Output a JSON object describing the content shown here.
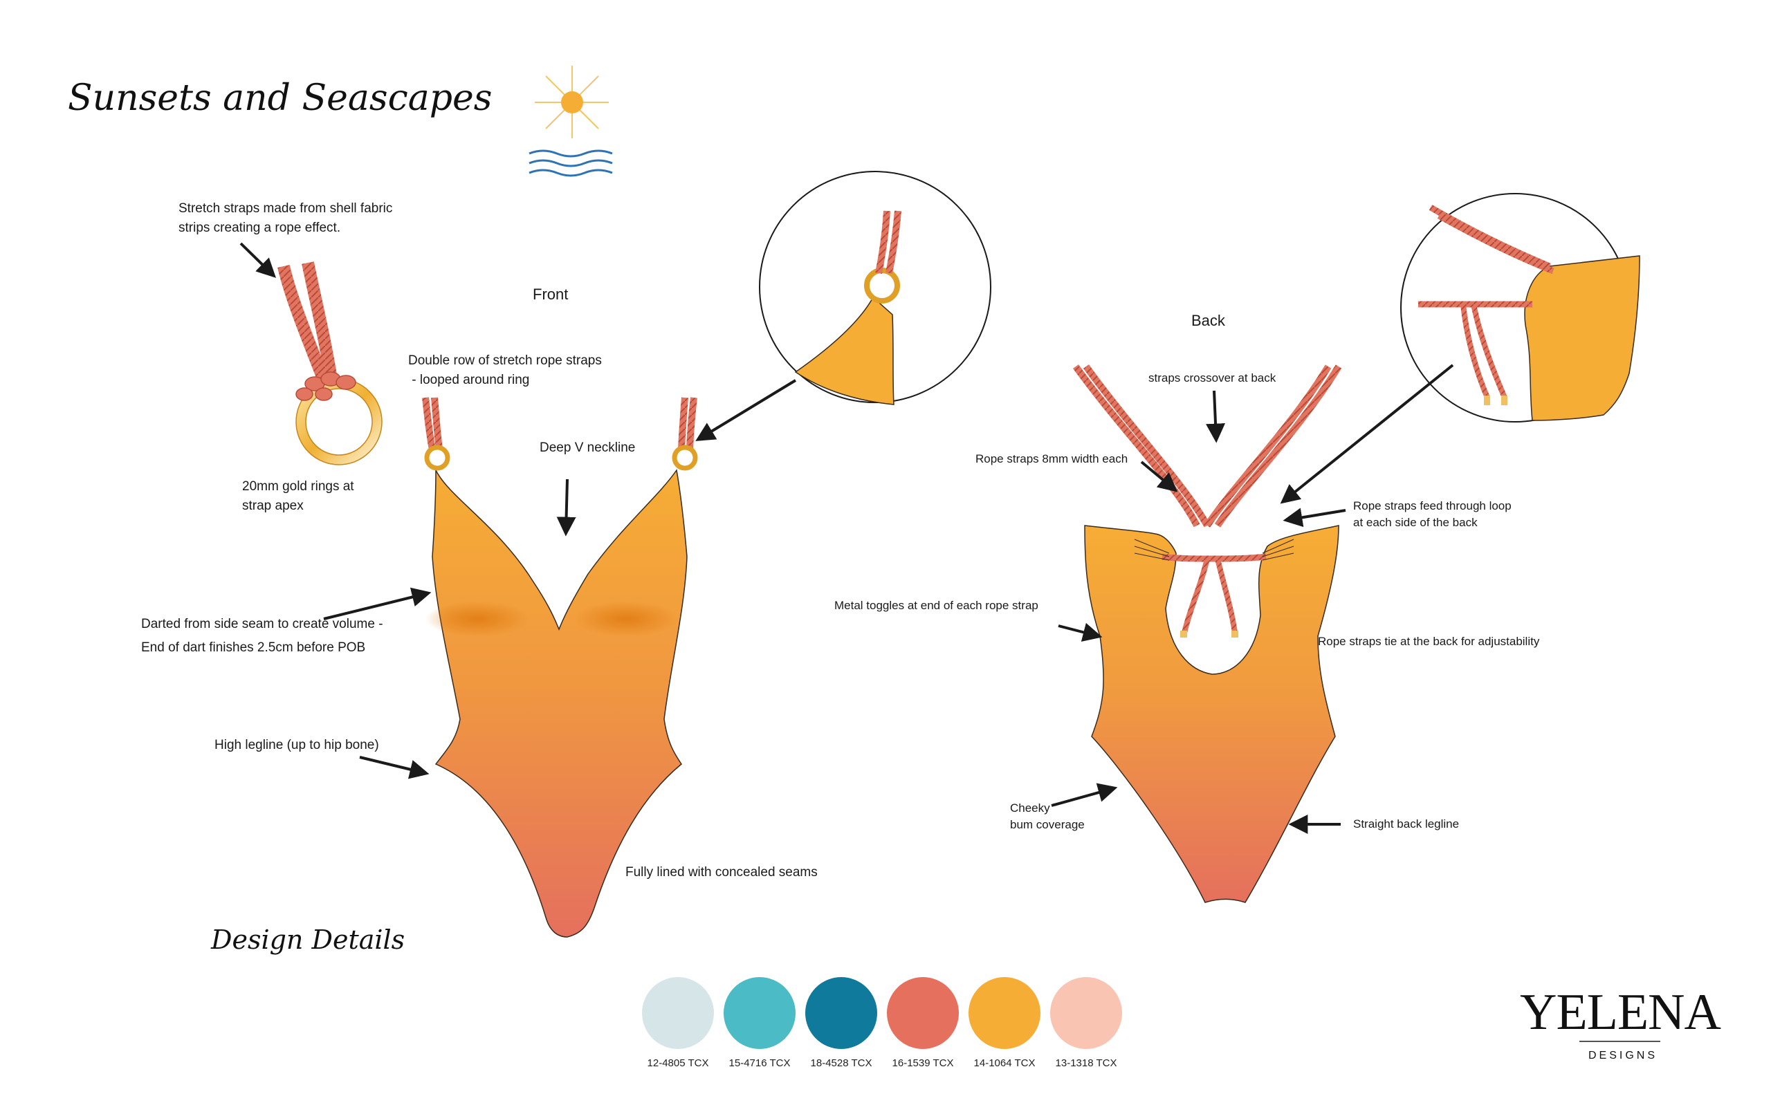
{
  "title": "Sunsets and Seascapes",
  "subtitle": "Design Details",
  "views": {
    "front": "Front",
    "back": "Back"
  },
  "callouts": {
    "stretch_straps": "Stretch straps made from shell fabric\nstrips creating a rope effect.",
    "gold_rings": "20mm gold rings at\nstrap apex",
    "double_row": "Double row of stretch rope straps\n - looped around ring",
    "deep_v": "Deep V neckline",
    "darted": "Darted from side seam to create volume -\nEnd of dart finishes 2.5cm before POB",
    "high_legline": "High legline (up to hip bone)",
    "fully_lined": "Fully lined with concealed seams",
    "straps_crossover": "straps crossover at back",
    "rope_width": "Rope straps 8mm width each",
    "feed_loop": "Rope straps feed through loop\nat each side of the back",
    "metal_toggles": "Metal toggles at end of each rope strap",
    "tie_back": "Rope straps tie at the back for adjustability",
    "cheeky": "Cheeky\nbum coverage",
    "straight_back": "Straight back legline"
  },
  "palette": [
    {
      "code": "12-4805 TCX",
      "color": "#d6e6e8"
    },
    {
      "code": "15-4716 TCX",
      "color": "#4bbcc6"
    },
    {
      "code": "18-4528 TCX",
      "color": "#0f7a9b"
    },
    {
      "code": "16-1539 TCX",
      "color": "#e5705e"
    },
    {
      "code": "14-1064 TCX",
      "color": "#f6ad35"
    },
    {
      "code": "13-1318 TCX",
      "color": "#f9c4b2"
    }
  ],
  "brand": {
    "name": "YELENA",
    "tagline": "DESIGNS"
  },
  "colors": {
    "garment_top": "#f6ad35",
    "garment_bottom": "#e5705e",
    "rope": "#e27560",
    "ring": "#f0b032"
  }
}
